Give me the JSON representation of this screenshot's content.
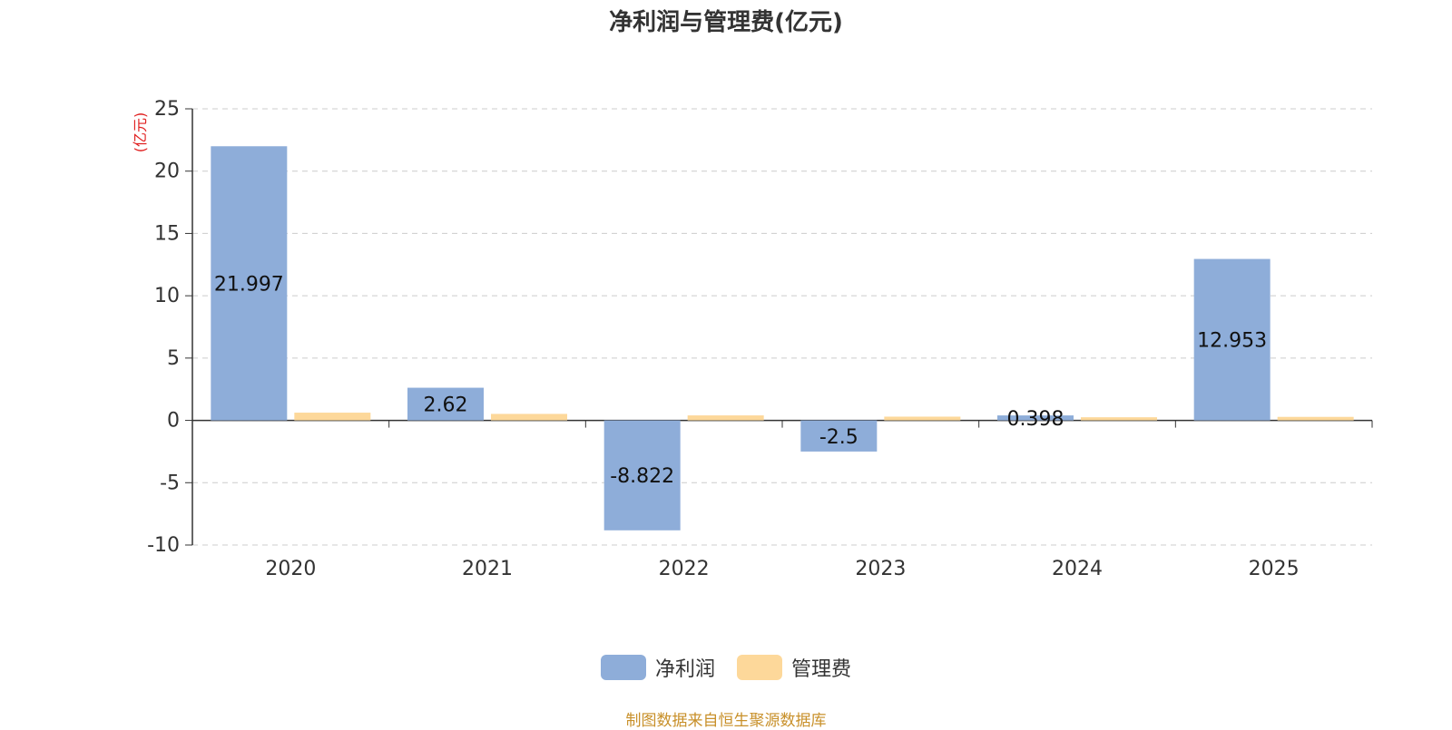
{
  "chart_data": {
    "type": "bar",
    "title": "净利润与管理费(亿元)",
    "unit_label": "(亿元)",
    "categories": [
      "2020",
      "2021",
      "2022",
      "2023",
      "2024",
      "2025"
    ],
    "series": [
      {
        "name": "净利润",
        "values": [
          21.997,
          2.62,
          -8.822,
          -2.5,
          0.398,
          12.953
        ],
        "color": "#8eadd9",
        "show_labels": true
      },
      {
        "name": "管理费",
        "values": [
          0.62,
          0.52,
          0.4,
          0.3,
          0.25,
          0.28
        ],
        "color": "#fdd89a",
        "show_labels": false
      }
    ],
    "y_ticks": [
      25,
      20,
      15,
      10,
      5,
      0,
      -5,
      -10
    ],
    "ylim": [
      -10,
      25
    ],
    "grid": true,
    "legend_position": "bottom"
  },
  "source_note": "制图数据来自恒生聚源数据库"
}
